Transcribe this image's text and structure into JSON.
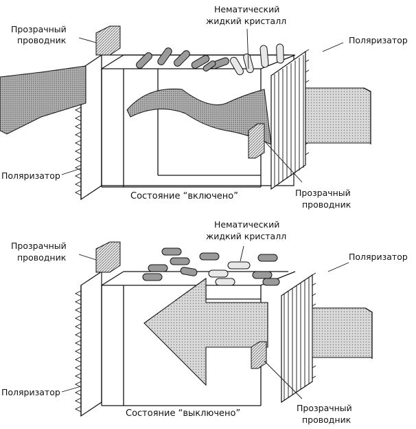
{
  "top": {
    "labels": {
      "conductor_left": [
        "Прозрачный",
        "проводник"
      ],
      "nematic": [
        "Нематический",
        "жидкий кристалл"
      ],
      "polarizer_right": "Поляризатор",
      "polarizer_left": "Поляризатор",
      "conductor_bottom": [
        "Прозрачный",
        "проводник"
      ]
    },
    "caption": "Состояние “включено”"
  },
  "bottom": {
    "labels": {
      "conductor_left": [
        "Прозрачный",
        "проводник"
      ],
      "nematic": [
        "Нематический",
        "жидкий кристалл"
      ],
      "polarizer_right": "Поляризатор",
      "polarizer_left": "Поляризатор",
      "conductor_bottom": [
        "Прозрачный",
        "проводник"
      ]
    },
    "caption": "Состояние “выключено”"
  },
  "icons": {
    "rod": "liquid-crystal-molecule-icon",
    "polarizer": "polarizer-grating-icon",
    "arrow": "light-arrow-icon"
  }
}
